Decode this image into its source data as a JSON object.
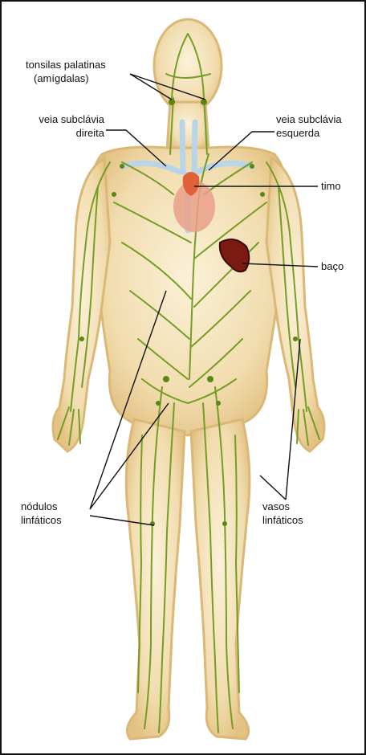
{
  "labels": {
    "tonsils": [
      "tonsilas palatinas",
      "(amígdalas)"
    ],
    "subclavian_right": [
      "veia subclávia",
      "direita"
    ],
    "subclavian_left": [
      "veia subclávia",
      "esquerda"
    ],
    "thymus": "timo",
    "spleen": "baço",
    "lymph_nodes": [
      "nódulos",
      "linfáticos"
    ],
    "lymph_vessels": [
      "vasos",
      "linfáticos"
    ]
  },
  "colors": {
    "skin": "#f3dfb6",
    "skin_edge": "#d9b878",
    "lymph": "#6f9a1e",
    "vein": "#b9d4e8",
    "thymus": "#e0603a",
    "heart": "#e9a08a",
    "spleen": "#7a1a12",
    "leader": "#111111"
  }
}
